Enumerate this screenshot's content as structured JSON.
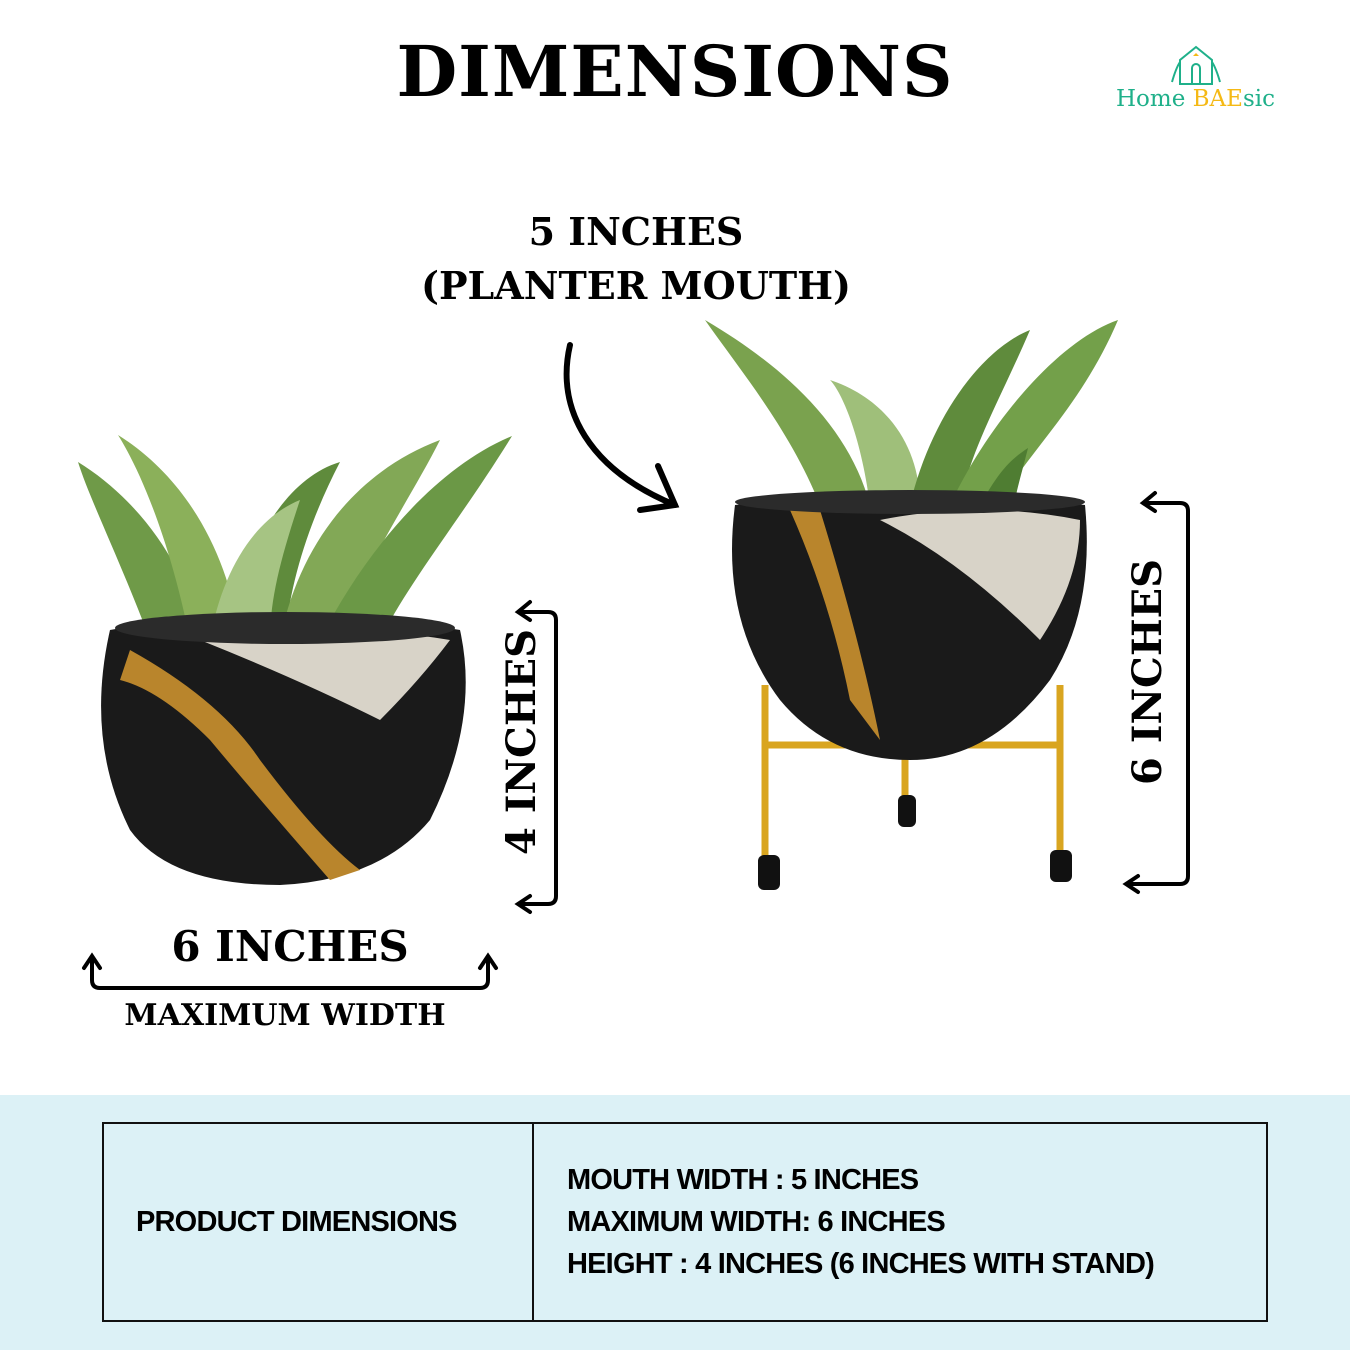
{
  "header": {
    "title": "DIMENSIONS"
  },
  "logo": {
    "name_part1": "Home ",
    "name_part2": "BAE",
    "name_part3": "sic"
  },
  "annotations": {
    "mouth_line1": "5 INCHES",
    "mouth_line2": "(PLANTER MOUTH)",
    "height_pot": "4 INCHES",
    "height_stand": "6 INCHES",
    "width_value": "6 INCHES",
    "width_label": "MAXIMUM WIDTH"
  },
  "table": {
    "label": "PRODUCT DIMENSIONS",
    "rows": [
      "MOUTH WIDTH : 5 INCHES",
      "MAXIMUM WIDTH: 6 INCHES",
      "HEIGHT : 4 INCHES  (6 INCHES WITH STAND)"
    ]
  },
  "colors": {
    "band": "#dcf1f6",
    "logo_green": "#1fb08a",
    "logo_yellow": "#f5b915",
    "stand_gold": "#d9a520"
  }
}
